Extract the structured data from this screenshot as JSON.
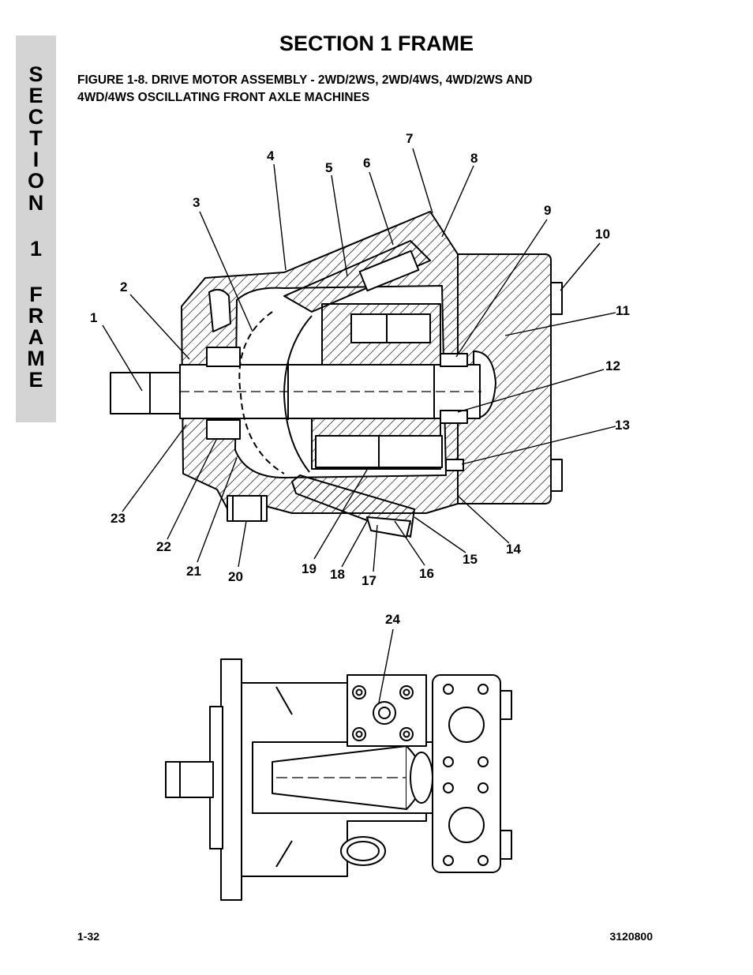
{
  "side_tab": {
    "letters": [
      "S",
      "E",
      "C",
      "T",
      "I",
      "O",
      "N",
      "",
      "1",
      "",
      "F",
      "R",
      "A",
      "M",
      "E"
    ]
  },
  "header": {
    "title": "SECTION 1  FRAME"
  },
  "figure": {
    "caption_line1": "FIGURE 1-8.    DRIVE MOTOR ASSEMBLY - 2WD/2WS, 2WD/4WS, 4WD/2WS AND",
    "caption_line2": "4WD/4WS OSCILLATING FRONT AXLE MACHINES",
    "callouts": [
      "1",
      "2",
      "3",
      "4",
      "5",
      "6",
      "7",
      "8",
      "9",
      "10",
      "11",
      "12",
      "13",
      "14",
      "15",
      "16",
      "17",
      "18",
      "19",
      "20",
      "21",
      "22",
      "23",
      "24"
    ]
  },
  "footer": {
    "page_number": "1-32",
    "doc_number": "3120800"
  }
}
